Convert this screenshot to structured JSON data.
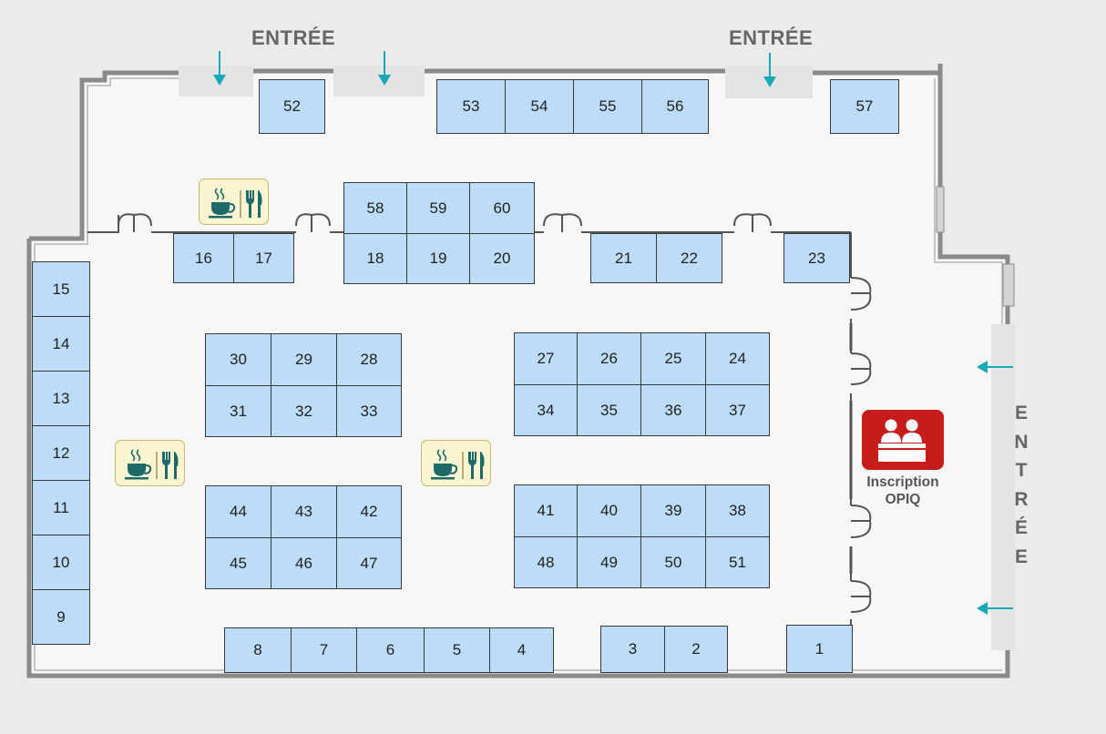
{
  "entries": {
    "top_left": "ENTRÉE",
    "top_right": "ENTRÉE",
    "right_side": "ENTRÉE"
  },
  "registration": {
    "line1": "Inscription",
    "line2": "OPIQ",
    "icon": "registration-desk-icon"
  },
  "food_station_icon": "coffee-and-cutlery-icon",
  "colors": {
    "booth": "#bcdcf8",
    "floor": "#f7f7f7",
    "arrow": "#17a9b7",
    "registration": "#c61c1c",
    "food_station": "#fbf4d0",
    "food_icon": "#1e6a68"
  },
  "booths": {
    "b1": "1",
    "b2": "2",
    "b3": "3",
    "b4": "4",
    "b5": "5",
    "b6": "6",
    "b7": "7",
    "b8": "8",
    "b9": "9",
    "b10": "10",
    "b11": "11",
    "b12": "12",
    "b13": "13",
    "b14": "14",
    "b15": "15",
    "b16": "16",
    "b17": "17",
    "b18": "18",
    "b19": "19",
    "b20": "20",
    "b21": "21",
    "b22": "22",
    "b23": "23",
    "b24": "24",
    "b25": "25",
    "b26": "26",
    "b27": "27",
    "b28": "28",
    "b29": "29",
    "b30": "30",
    "b31": "31",
    "b32": "32",
    "b33": "33",
    "b34": "34",
    "b35": "35",
    "b36": "36",
    "b37": "37",
    "b38": "38",
    "b39": "39",
    "b40": "40",
    "b41": "41",
    "b42": "42",
    "b43": "43",
    "b44": "44",
    "b45": "45",
    "b46": "46",
    "b47": "47",
    "b48": "48",
    "b49": "49",
    "b50": "50",
    "b51": "51",
    "b52": "52",
    "b53": "53",
    "b54": "54",
    "b55": "55",
    "b56": "56",
    "b57": "57",
    "b58": "58",
    "b59": "59",
    "b60": "60"
  }
}
